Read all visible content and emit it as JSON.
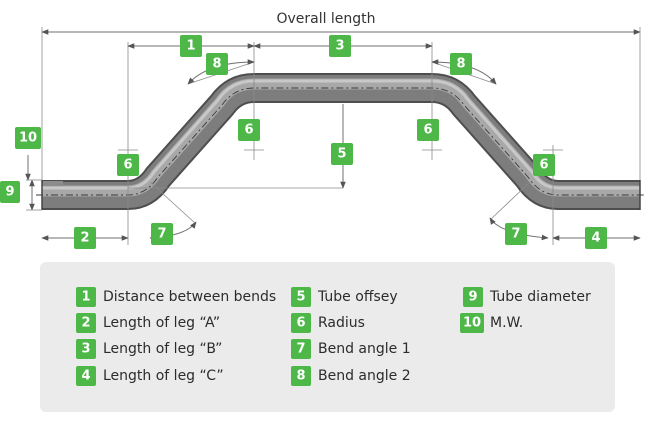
{
  "overall_length_label": "Overall length",
  "legend": [
    {
      "num": "1",
      "label": "Distance between bends"
    },
    {
      "num": "2",
      "label": "Length of leg “A”"
    },
    {
      "num": "3",
      "label": "Length of leg “B”"
    },
    {
      "num": "4",
      "label": "Length of leg “C”"
    },
    {
      "num": "5",
      "label": "Tube offsey"
    },
    {
      "num": "6",
      "label": "Radius"
    },
    {
      "num": "7",
      "label": "Bend angle 1"
    },
    {
      "num": "8",
      "label": "Bend angle 2"
    },
    {
      "num": "9",
      "label": "Tube diameter"
    },
    {
      "num": "10",
      "label": "M.W."
    }
  ],
  "colors": {
    "badge": "#4db848",
    "legend_panel": "#ebebeb",
    "tube_dark": "#5c5c5c",
    "tube_light": "#b8b8b8"
  }
}
